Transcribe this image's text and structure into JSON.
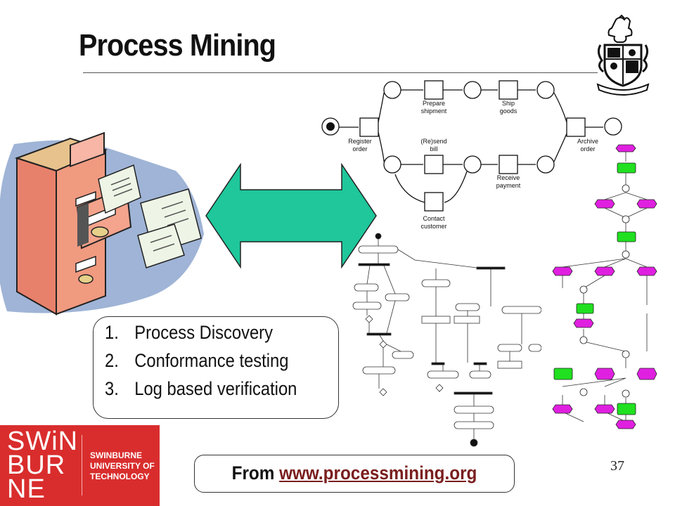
{
  "slide": {
    "title": "Process Mining",
    "page_number": "37"
  },
  "list": {
    "items": [
      {
        "num": "1.",
        "text": "Process Discovery"
      },
      {
        "num": "2.",
        "text": "Conformance testing"
      },
      {
        "num": "3.",
        "text": "Log based verification"
      }
    ]
  },
  "source": {
    "prefix": "From ",
    "link": "www.processmining.org"
  },
  "petri_net": {
    "transitions": {
      "register": "Register order",
      "prepare": "Prepare shipment",
      "ship": "Ship goods",
      "resend": "(Re)send bill",
      "receive": "Receive payment",
      "contact": "Contact customer",
      "archive": "Archive order"
    }
  },
  "logo": {
    "swin_lines": [
      "SWiN",
      "BUR",
      "NE"
    ],
    "university_lines": [
      "SWINBURNE",
      "UNIVERSITY OF",
      "TECHNOLOGY"
    ]
  },
  "colors": {
    "arrow_fill": "#1fc79b",
    "logo_red": "#d92d2d",
    "link_color": "#7a1e1e",
    "epc_magenta": "#e020e0",
    "epc_green": "#20e020"
  }
}
